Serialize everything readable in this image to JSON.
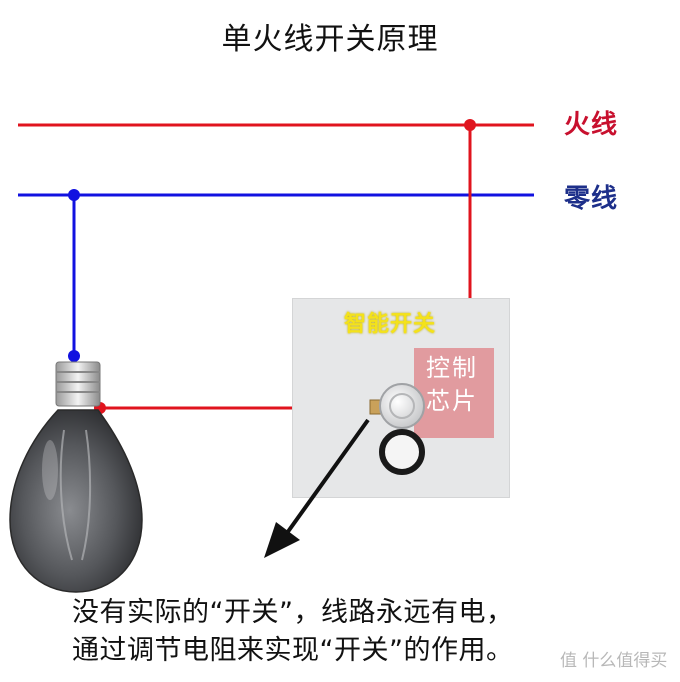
{
  "title": "单火线开关原理",
  "lines": {
    "fire": {
      "label": "火线",
      "color": "#c8102e"
    },
    "zero": {
      "label": "零线",
      "color": "#1d2f8a"
    }
  },
  "switch": {
    "title": "智能开关",
    "chip_label": "控制芯片",
    "panel_color": "#e6e7e8",
    "chip_color": "#df8d92",
    "title_color": "#f4e21a"
  },
  "caption": {
    "line1": "没有实际的“开关”，线路永远有电，",
    "line2": "通过调节电阻来实现“开关”的作用。"
  },
  "watermark": "值 什么值得买",
  "icons": [
    "light-bulb-icon",
    "knob-icon",
    "arrow-icon"
  ]
}
